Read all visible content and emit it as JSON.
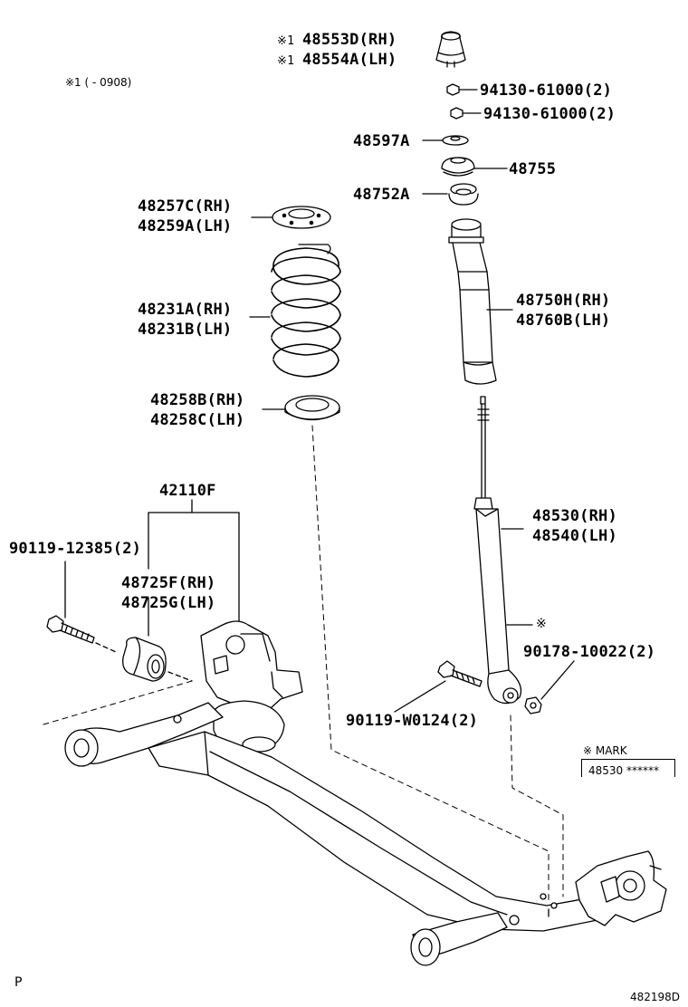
{
  "labels": {
    "p_48553d": "48553D(RH)",
    "p_48554a": "48554A(LH)",
    "note_mark": "※1",
    "note_range": "※1 (        - 0908)",
    "p_94130_a": "94130-61000(2)",
    "p_94130_b": "94130-61000(2)",
    "p_48597a": "48597A",
    "p_48755": "48755",
    "p_48752a": "48752A",
    "p_48257c": "48257C(RH)",
    "p_48259a": "48259A(LH)",
    "p_48231a": "48231A(RH)",
    "p_48231b": "48231B(LH)",
    "p_48750h": "48750H(RH)",
    "p_48760b": "48760B(LH)",
    "p_48258b": "48258B(RH)",
    "p_48258c": "48258C(LH)",
    "p_42110f": "42110F",
    "p_48530": "48530(RH)",
    "p_48540": "48540(LH)",
    "p_90119_12385": "90119-12385(2)",
    "p_48725f": "48725F(RH)",
    "p_48725g": "48725G(LH)",
    "ref_mark": "※",
    "p_90178": "90178-10022(2)",
    "p_90119_w0124": "90119-W0124(2)",
    "mark_title": "※  MARK",
    "mark_value": "48530 ******",
    "corner_p": "P",
    "diagram_id": "482198D"
  }
}
